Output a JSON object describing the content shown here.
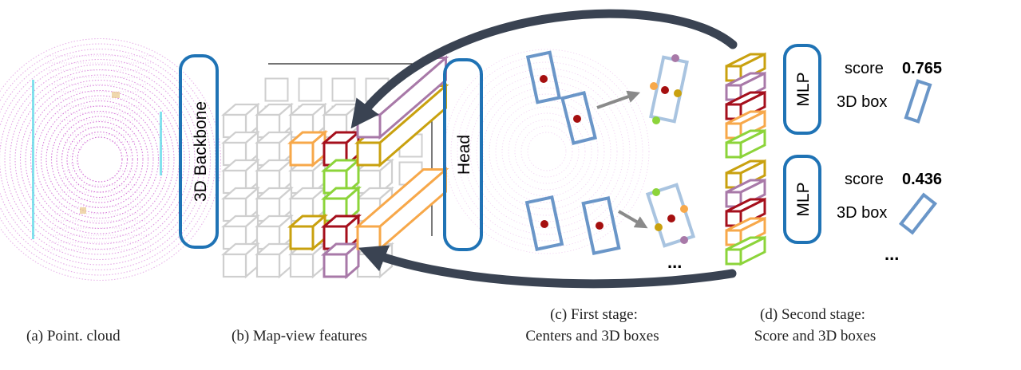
{
  "colors": {
    "blue": "#1f73b5",
    "box_blue": "#6a96c8",
    "box_light": "#a9c4e0",
    "arrow": "#3a4352",
    "center_red": "#a50f0f",
    "yellow_olive": "#c9a10f",
    "orange": "#f7a84a",
    "dark_red": "#a50f1c",
    "purple": "#a879a8",
    "green": "#8cd43a",
    "pc_magenta": "#c033c4",
    "pc_cyan": "#4fd6e6",
    "grey_cube": "#cfcfcf",
    "dot_purple": "#a879a8",
    "dot_orange": "#f7a84a",
    "dot_yellow": "#c9a10f",
    "dot_green": "#8cd43a"
  },
  "blocks": {
    "backbone": "3D Backbone",
    "head": "Head",
    "mlp_top": "MLP",
    "mlp_bottom": "MLP"
  },
  "outputs": {
    "score_label_top": "score",
    "score_value_top": "0.765",
    "box_label_top": "3D box",
    "score_label_bottom": "score",
    "score_value_bottom": "0.436",
    "box_label_bottom": "3D box",
    "ellipsis_stage1": "...",
    "ellipsis_stage2": "..."
  },
  "captions": {
    "a": "(a) Point. cloud",
    "b": "(b) Map-view features",
    "c_line1": "(c) First stage:",
    "c_line2": "Centers and 3D boxes",
    "d_line1": "(d) Second stage:",
    "d_line2": "Score and 3D boxes"
  },
  "icons": [
    "point-cloud-image",
    "feature-grid-cube",
    "curved-arrow-icon",
    "straight-arrow-icon",
    "bounding-box-icon"
  ]
}
